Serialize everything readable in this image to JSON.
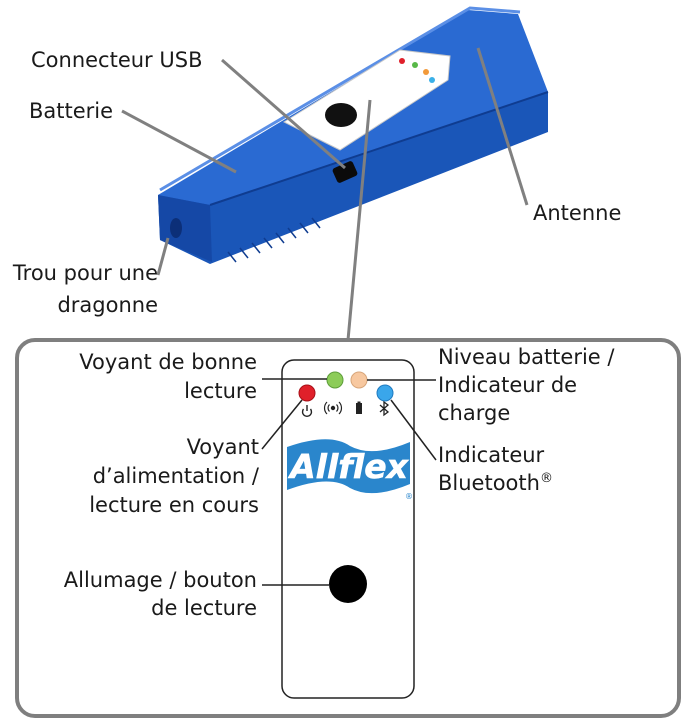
{
  "top_labels": {
    "usb": "Connecteur USB",
    "battery": "Batterie",
    "antenna": "Antenne",
    "strap_line1": "Trou pour une",
    "strap_line2": "dragonne"
  },
  "panel_labels": {
    "good_read_line1": "Voyant de bonne",
    "good_read_line2": "lecture",
    "battery_level_line1": "Niveau batterie /",
    "battery_level_line2": "Indicateur de",
    "battery_level_line3": "charge",
    "power_line1": "Voyant",
    "power_line2": "d’alimentation /",
    "power_line3": "lecture en cours",
    "bluetooth_line1": "Indicateur",
    "bluetooth_line2": "Bluetooth",
    "bluetooth_mark": "®",
    "button_line1": "Allumage / bouton",
    "button_line2": "de lecture"
  },
  "logo": {
    "text": "Allflex",
    "mark": "®"
  },
  "colors": {
    "device_blue": "#1f5fc8",
    "led_red": "#e0202a",
    "led_green": "#8ccc58",
    "led_orange": "#f7c8a0",
    "led_blue": "#3aa6ea",
    "logo_blue": "#2a86cc",
    "panel_border": "#7f7f7f",
    "leader_line": "#808080"
  }
}
